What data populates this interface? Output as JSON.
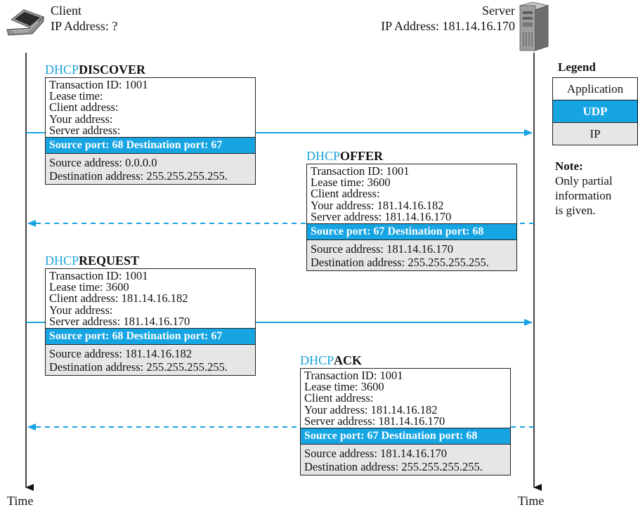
{
  "client": {
    "name": "Client",
    "ip": "IP Address: ?"
  },
  "server": {
    "name": "Server",
    "ip": "IP Address: 181.14.16.170"
  },
  "time_left": "Time",
  "time_right": "Time",
  "legend": {
    "title": "Legend",
    "application": "Application",
    "udp": "UDP",
    "ip": "IP"
  },
  "note": {
    "title": "Note:",
    "lines": [
      "Only partial",
      "information",
      "is given."
    ]
  },
  "colors": {
    "accent": "#16a4e3",
    "prefix": "#1ba1dc",
    "ip_fill": "#e6e6e6"
  },
  "messages": [
    {
      "prefix": "DHCP",
      "name": "DISCOVER",
      "app": [
        "Transaction ID: 1001",
        "Lease time:",
        "Client address:",
        "Your address:",
        "Server address:"
      ],
      "udp": "Source port: 68   Destination port: 67",
      "ip": [
        "Source address: 0.0.0.0",
        "Destination address: 255.255.255.255."
      ]
    },
    {
      "prefix": "DHCP",
      "name": "OFFER",
      "app": [
        "Transaction ID: 1001",
        "Lease time: 3600",
        "Client address:",
        "Your address: 181.14.16.182",
        "Server address: 181.14.16.170"
      ],
      "udp": "Source port: 67   Destination port: 68",
      "ip": [
        "Source address: 181.14.16.170",
        "Destination address: 255.255.255.255."
      ]
    },
    {
      "prefix": "DHCP",
      "name": "REQUEST",
      "app": [
        "Transaction ID: 1001",
        "Lease time: 3600",
        "Client address: 181.14.16.182",
        "Your address:",
        "Server address: 181.14.16.170"
      ],
      "udp": "Source port: 68   Destination port: 67",
      "ip": [
        "Source address: 181.14.16.182",
        "Destination address: 255.255.255.255."
      ]
    },
    {
      "prefix": "DHCP",
      "name": "ACK",
      "app": [
        "Transaction ID: 1001",
        "Lease time: 3600",
        "Client address:",
        "Your address: 181.14.16.182",
        "Server address: 181.14.16.170"
      ],
      "udp": "Source port: 67   Destination port: 68",
      "ip": [
        "Source address: 181.14.16.170",
        "Destination address: 255.255.255.255."
      ]
    }
  ]
}
